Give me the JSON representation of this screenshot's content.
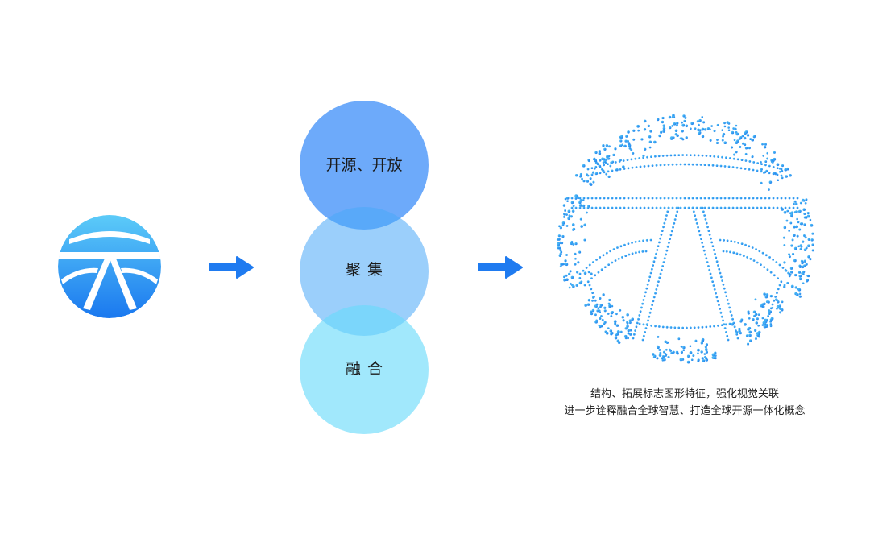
{
  "colors": {
    "arrow": "#1f7bf0",
    "logo_top": "#56c8f7",
    "logo_bottom": "#1c7cf0",
    "circle_top": "#2882f8",
    "circle_mid": "#48a8f8",
    "circle_bottom": "#68dafa",
    "dots_light": "#5cd0f8",
    "dots_dark": "#1874ec"
  },
  "icons": {
    "logo": "circle-emblem-icon",
    "arrow": "right-arrow-icon",
    "dotted_logo": "dotted-emblem-icon"
  },
  "circles": [
    {
      "label": "开源、开放"
    },
    {
      "label": "聚集"
    },
    {
      "label": "融合"
    }
  ],
  "caption": {
    "line1": "结构、拓展标志图形特征，强化视觉关联",
    "line2": "进一步诠释融合全球智慧、打造全球开源一体化概念"
  }
}
